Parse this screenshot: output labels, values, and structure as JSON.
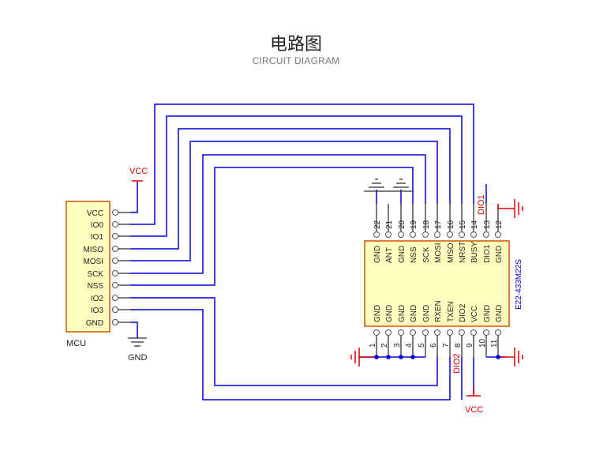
{
  "header": {
    "title": "电路图",
    "subtitle": "CIRCUIT DIAGRAM"
  },
  "colors": {
    "wire": "#0000dd",
    "stub": "#333333",
    "power": "#dd0000",
    "chip_fill": "#ffffc0",
    "chip_border": "#cc5500",
    "junction": "#0000dd"
  },
  "mcu": {
    "name": "MCU",
    "pins": [
      "VCC",
      "IO0",
      "IO1",
      "MISO",
      "MOSI",
      "SCK",
      "NSS",
      "IO2",
      "IO3",
      "GND"
    ]
  },
  "module": {
    "name": "E22-433M22S",
    "top_pins": [
      {
        "num": "22",
        "label": "GND"
      },
      {
        "num": "21",
        "label": "ANT"
      },
      {
        "num": "20",
        "label": "GND"
      },
      {
        "num": "19",
        "label": "NSS"
      },
      {
        "num": "18",
        "label": "SCK"
      },
      {
        "num": "17",
        "label": "MOSI"
      },
      {
        "num": "16",
        "label": "MISO"
      },
      {
        "num": "15",
        "label": "NRST"
      },
      {
        "num": "14",
        "label": "BUSY"
      },
      {
        "num": "13",
        "label": "DIO1"
      },
      {
        "num": "12",
        "label": "GND"
      }
    ],
    "bottom_pins": [
      {
        "num": "1",
        "label": "GND"
      },
      {
        "num": "2",
        "label": "GND"
      },
      {
        "num": "3",
        "label": "GND"
      },
      {
        "num": "4",
        "label": "GND"
      },
      {
        "num": "5",
        "label": "GND"
      },
      {
        "num": "6",
        "label": "RXEN"
      },
      {
        "num": "7",
        "label": "TXEN"
      },
      {
        "num": "8",
        "label": "DIO2"
      },
      {
        "num": "9",
        "label": "VCC"
      },
      {
        "num": "10",
        "label": "GND"
      },
      {
        "num": "11",
        "label": "GND"
      }
    ]
  },
  "net_labels": {
    "mcu_vcc": "VCC",
    "mcu_gnd": "GND",
    "dio1": "DIO1",
    "dio2": "DIO2",
    "module_vcc": "VCC"
  },
  "connections": [
    {
      "from": "MCU.IO0",
      "to": "BUSY"
    },
    {
      "from": "MCU.IO1",
      "to": "NRST"
    },
    {
      "from": "MCU.MISO",
      "to": "MISO"
    },
    {
      "from": "MCU.MOSI",
      "to": "MOSI"
    },
    {
      "from": "MCU.SCK",
      "to": "SCK"
    },
    {
      "from": "MCU.NSS",
      "to": "NSS"
    },
    {
      "from": "MCU.IO2",
      "to": "RXEN"
    },
    {
      "from": "MCU.IO3",
      "to": "TXEN"
    }
  ]
}
